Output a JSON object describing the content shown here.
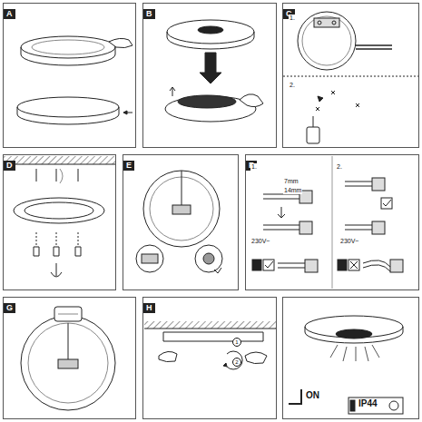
{
  "diagram": {
    "nodes": [
      {
        "text": [
          "A"
        ]
      },
      {
        "text": [
          "B"
        ]
      },
      {
        "text": [
          "C"
        ]
      },
      {
        "text": [
          "D"
        ]
      },
      {
        "text": [
          "E"
        ]
      },
      {
        "text": [
          "F"
        ]
      },
      {
        "text": [
          "G"
        ]
      },
      {
        "text": [
          "H"
        ]
      }
    ],
    "labels": [
      "1.",
      "2.",
      "1.",
      "2.",
      "7mm",
      "14mm",
      "230V~",
      "230V~",
      "1",
      "2",
      "ON",
      "IP44"
    ]
  }
}
